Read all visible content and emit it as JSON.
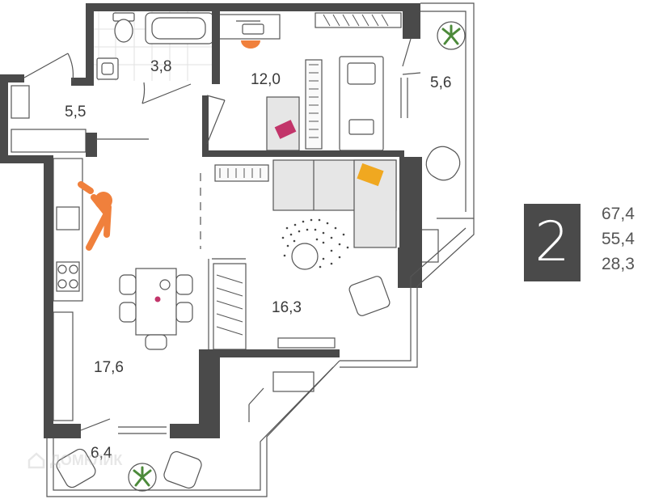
{
  "rooms": [
    {
      "id": "bathroom",
      "area": "3,8"
    },
    {
      "id": "bedroom",
      "area": "12,0"
    },
    {
      "id": "loggia-right",
      "area": "5,6"
    },
    {
      "id": "hallway",
      "area": "5,5"
    },
    {
      "id": "living-room",
      "area": "16,3"
    },
    {
      "id": "kitchen",
      "area": "17,6"
    },
    {
      "id": "loggia-bottom",
      "area": "6,4"
    }
  ],
  "rooms_count": "2",
  "areas": {
    "total": "67,4",
    "living": "55,4",
    "kitchen": "28,3"
  },
  "watermark": {
    "text": "ДОМКЛИК",
    "color": "#bdbdbd"
  },
  "colors": {
    "wall": "#4a4a4a",
    "accent": "#f0803c",
    "accent_magenta": "#c2356a",
    "accent_yellow": "#f0a820",
    "furniture": "#e6e6e6",
    "badge": "#4a4a4a"
  }
}
